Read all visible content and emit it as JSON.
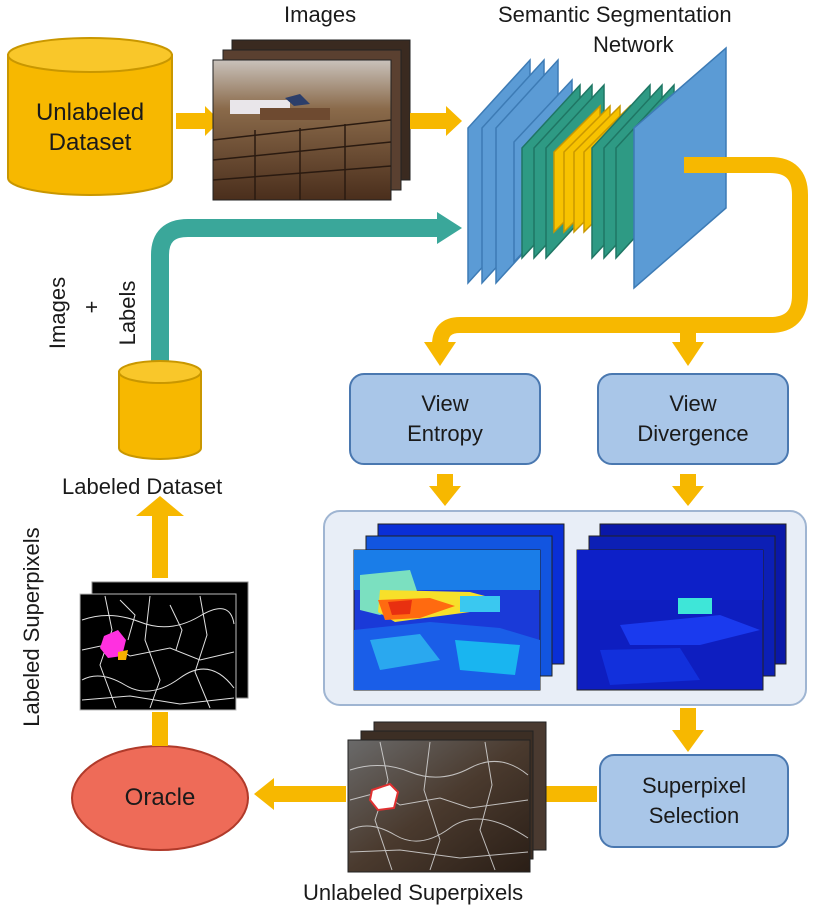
{
  "labels": {
    "images": "Images",
    "network_line1": "Semantic Segmentation",
    "network_line2": "Network",
    "unlabeled_dataset_line1": "Unlabeled",
    "unlabeled_dataset_line2": "Dataset",
    "images_plus_labels_images": "Images",
    "images_plus_labels_plus": "+",
    "images_plus_labels_labels": "Labels",
    "labeled_dataset": "Labeled Dataset",
    "labeled_superpixels": "Labeled Superpixels",
    "view_entropy_line1": "View",
    "view_entropy_line2": "Entropy",
    "view_divergence_line1": "View",
    "view_divergence_line2": "Divergence",
    "superpixel_selection_line1": "Superpixel",
    "superpixel_selection_line2": "Selection",
    "oracle": "Oracle",
    "unlabeled_superpixels": "Unlabeled Superpixels"
  },
  "colors": {
    "gold": "#f7b800",
    "gold_dark": "#d9a100",
    "teal": "#3aa79a",
    "box_fill": "#a9c6e8",
    "box_stroke": "#4a78b0",
    "panel_fill": "#e8eef7",
    "panel_stroke": "#9fb5d2",
    "oracle_fill": "#ee6b58",
    "oracle_stroke": "#b03a2a",
    "layer_blue": "#5b9bd5",
    "layer_teal": "#2e9a84",
    "layer_yellow": "#f7c200"
  }
}
